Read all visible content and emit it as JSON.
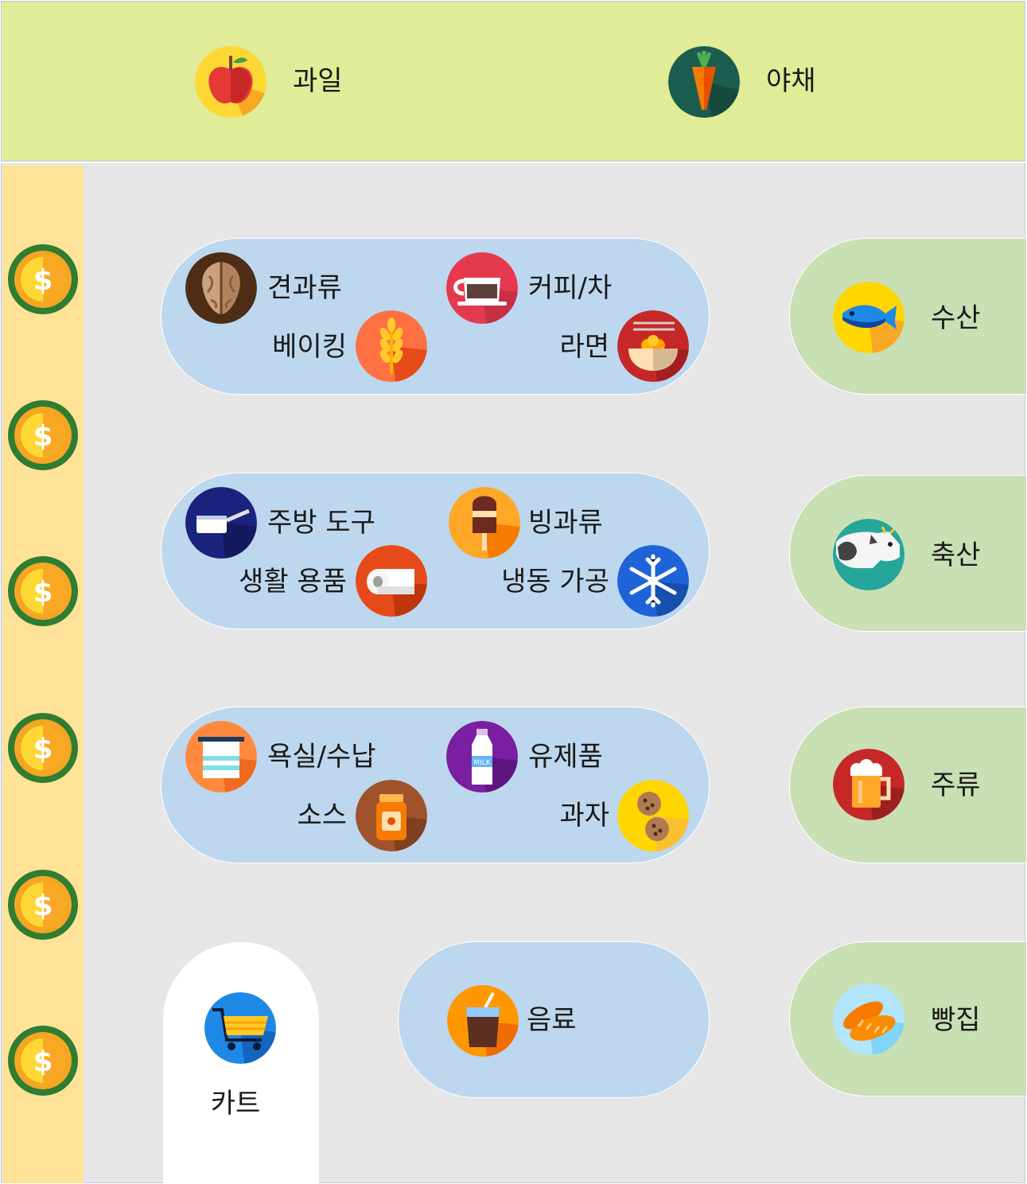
{
  "top": {
    "fruit": "과일",
    "vegetable": "야채"
  },
  "aisles": {
    "a1": {
      "nuts": "견과류",
      "coffee": "커피/차",
      "baking": "베이킹",
      "ramen": "라면"
    },
    "a2": {
      "kitchen": "주방 도구",
      "icecream": "빙과류",
      "household": "생활 용품",
      "frozen": "냉동 가공"
    },
    "a3": {
      "bath": "욕실/수납",
      "dairy": "유제품",
      "sauce": "소스",
      "snacks": "과자"
    },
    "a4": {
      "drinks": "음료"
    }
  },
  "side": {
    "seafood": "수산",
    "meat": "축산",
    "liquor": "주류",
    "bakery": "빵집"
  },
  "cart": {
    "label": "카트",
    "icon": "shopping-cart-icon"
  },
  "checkout": {
    "icon": "dollar-coin-icon",
    "count": 6
  },
  "colors": {
    "top_zone": "#e0ec98",
    "floor": "#e6e6e6",
    "checkout": "#fee298",
    "aisle": "#bdd7ee",
    "side": "#c8e0b4"
  }
}
